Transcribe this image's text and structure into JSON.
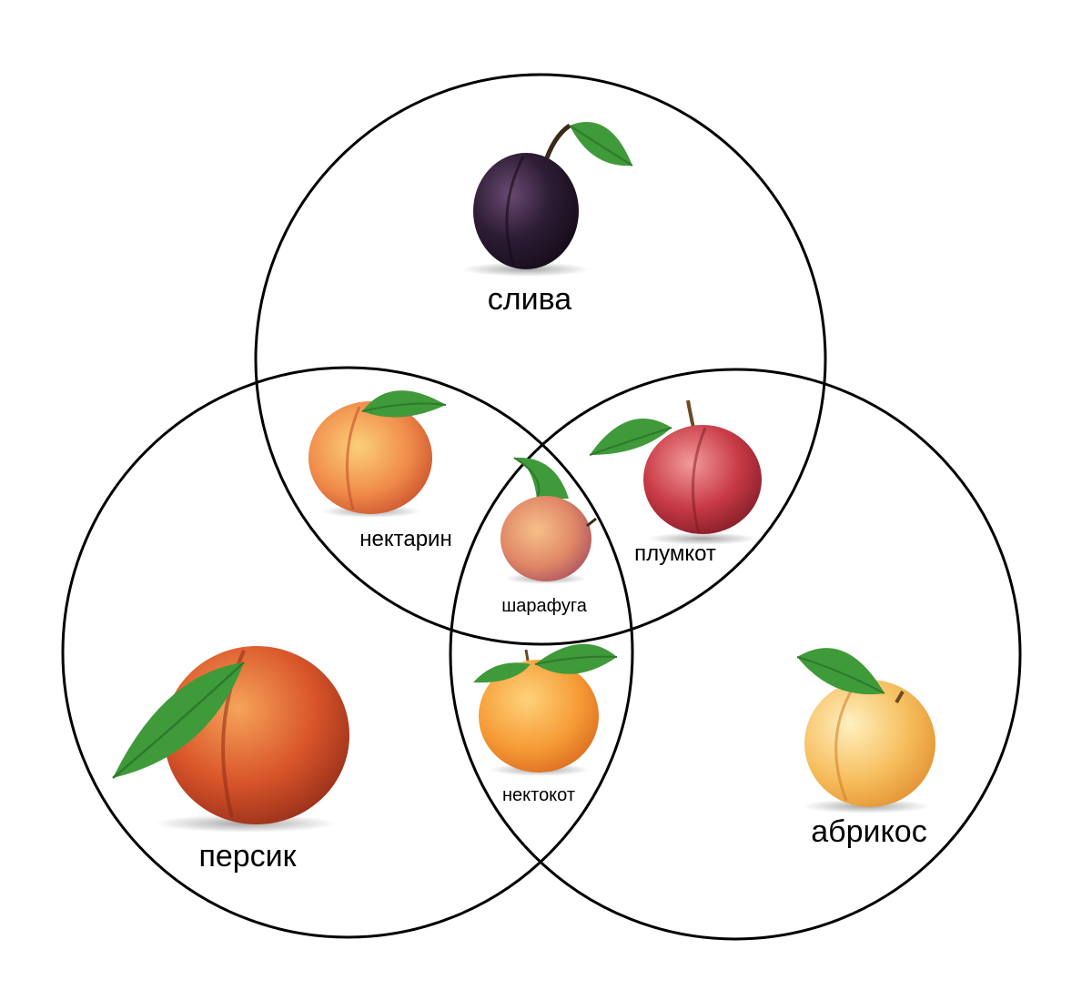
{
  "diagram": {
    "sets": [
      {
        "id": "plum",
        "label": "слива",
        "fruit_icon": "plum-icon"
      },
      {
        "id": "peach",
        "label": "персик",
        "fruit_icon": "peach-icon"
      },
      {
        "id": "apricot",
        "label": "абрикос",
        "fruit_icon": "apricot-icon"
      }
    ],
    "intersections": {
      "plum_peach": {
        "label": "нектарин",
        "fruit_icon": "nectarine-icon"
      },
      "plum_apricot": {
        "label": "плумкот",
        "fruit_icon": "plumcot-icon"
      },
      "peach_apricot": {
        "label": "нектокот",
        "fruit_icon": "nectacot-icon"
      },
      "all": {
        "label": "шарафуга",
        "fruit_icon": "sharafuga-icon"
      }
    }
  },
  "colors": {
    "outline": "#000000",
    "leaf": "#3f9a3a",
    "leaf_dark": "#2d7a2c",
    "plum": "#2a1b2e",
    "peach": "#e0602a",
    "apricot": "#f3a845",
    "plumcot": "#c83a45",
    "nectarine": "#f08b4a"
  }
}
